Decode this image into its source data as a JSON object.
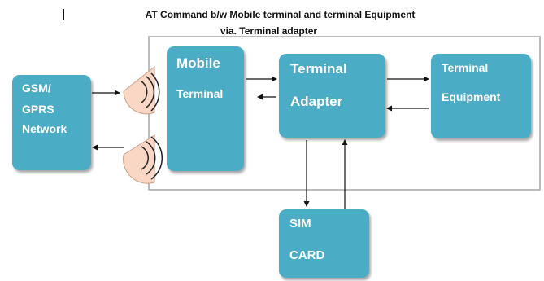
{
  "title_line1": "AT  Command b/w Mobile terminal and terminal Equipment",
  "title_line2": "via.    Terminal adapter",
  "nodes": {
    "gsm": [
      "GSM/",
      "GPRS",
      "Network"
    ],
    "mobile": [
      "Mobile",
      "Terminal"
    ],
    "adapter": [
      "Terminal",
      "Adapter"
    ],
    "equipment": [
      "Terminal",
      "Equipment"
    ],
    "sim": [
      "SIM",
      "CARD"
    ]
  },
  "colors": {
    "box_fill": "#4bacc6",
    "antenna_fill": "#f9d7c4",
    "frame_stroke": "#a6a6a6"
  }
}
